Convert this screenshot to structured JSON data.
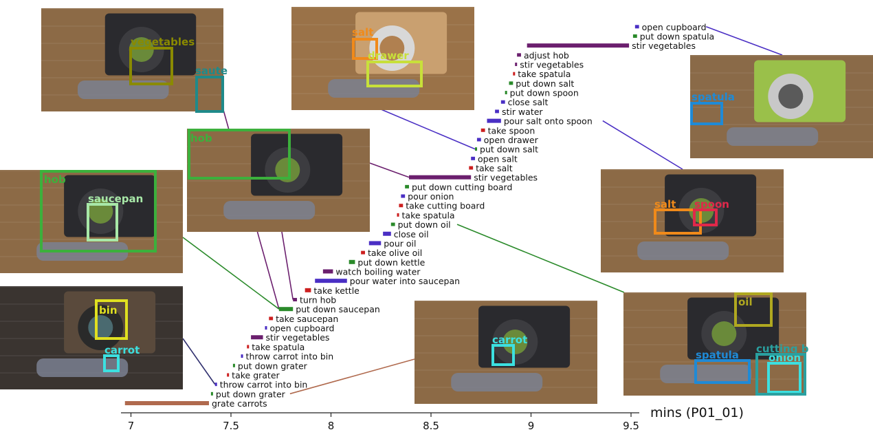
{
  "chart_data": {
    "type": "timeline",
    "xlabel": "mins (P01_01)",
    "xlim": [
      6.95,
      9.55
    ],
    "xticks": [
      7,
      7.5,
      8,
      8.5,
      9,
      9.5
    ],
    "xtick_labels": [
      "7",
      "7.5",
      "8",
      "8.5",
      "9",
      "9.5"
    ],
    "colors": {
      "red": "#cc1f1f",
      "green": "#2a8a2a",
      "blue": "#4a2fc4",
      "purple": "#6b1f6e",
      "brown": "#b06a4e"
    },
    "segments": [
      {
        "label": "grate carrots",
        "start": 6.97,
        "end": 7.39,
        "color": "brown"
      },
      {
        "label": "put down grater",
        "start": 7.4,
        "end": 7.41,
        "color": "green"
      },
      {
        "label": "throw carrot into bin",
        "start": 7.42,
        "end": 7.43,
        "color": "blue"
      },
      {
        "label": "take grater",
        "start": 7.48,
        "end": 7.49,
        "color": "red"
      },
      {
        "label": "put down grater",
        "start": 7.51,
        "end": 7.52,
        "color": "green"
      },
      {
        "label": "throw carrot into bin",
        "start": 7.55,
        "end": 7.56,
        "color": "blue"
      },
      {
        "label": "take spatula",
        "start": 7.58,
        "end": 7.59,
        "color": "red"
      },
      {
        "label": "stir vegetables",
        "start": 7.6,
        "end": 7.66,
        "color": "purple"
      },
      {
        "label": "open cupboard",
        "start": 7.67,
        "end": 7.68,
        "color": "blue"
      },
      {
        "label": "take saucepan",
        "start": 7.69,
        "end": 7.71,
        "color": "red"
      },
      {
        "label": "put down saucepan",
        "start": 7.74,
        "end": 7.81,
        "color": "green"
      },
      {
        "label": "turn hob",
        "start": 7.81,
        "end": 7.83,
        "color": "purple"
      },
      {
        "label": "take kettle",
        "start": 7.87,
        "end": 7.9,
        "color": "red"
      },
      {
        "label": "pour water into saucepan",
        "start": 7.92,
        "end": 8.08,
        "color": "blue"
      },
      {
        "label": "watch boiling water",
        "start": 7.96,
        "end": 8.01,
        "color": "purple"
      },
      {
        "label": "put down kettle",
        "start": 8.09,
        "end": 8.12,
        "color": "green"
      },
      {
        "label": "take olive oil",
        "start": 8.15,
        "end": 8.17,
        "color": "red"
      },
      {
        "label": "pour oil",
        "start": 8.19,
        "end": 8.25,
        "color": "blue"
      },
      {
        "label": "close oil",
        "start": 8.26,
        "end": 8.3,
        "color": "blue"
      },
      {
        "label": "put down oil",
        "start": 8.3,
        "end": 8.32,
        "color": "green"
      },
      {
        "label": "take spatula",
        "start": 8.33,
        "end": 8.34,
        "color": "red"
      },
      {
        "label": "take cutting board",
        "start": 8.34,
        "end": 8.36,
        "color": "red"
      },
      {
        "label": "pour onion",
        "start": 8.35,
        "end": 8.37,
        "color": "blue"
      },
      {
        "label": "put down cutting board",
        "start": 8.37,
        "end": 8.39,
        "color": "green"
      },
      {
        "label": "stir vegetables",
        "start": 8.39,
        "end": 8.7,
        "color": "purple"
      },
      {
        "label": "take salt",
        "start": 8.69,
        "end": 8.71,
        "color": "red"
      },
      {
        "label": "open salt",
        "start": 8.7,
        "end": 8.72,
        "color": "blue"
      },
      {
        "label": "put down salt",
        "start": 8.72,
        "end": 8.73,
        "color": "green"
      },
      {
        "label": "open drawer",
        "start": 8.73,
        "end": 8.75,
        "color": "blue"
      },
      {
        "label": "take spoon",
        "start": 8.75,
        "end": 8.77,
        "color": "red"
      },
      {
        "label": "pour salt onto spoon",
        "start": 8.78,
        "end": 8.85,
        "color": "blue"
      },
      {
        "label": "stir water",
        "start": 8.82,
        "end": 8.84,
        "color": "blue"
      },
      {
        "label": "close salt",
        "start": 8.85,
        "end": 8.87,
        "color": "blue"
      },
      {
        "label": "put down spoon",
        "start": 8.87,
        "end": 8.88,
        "color": "green"
      },
      {
        "label": "put down salt",
        "start": 8.89,
        "end": 8.91,
        "color": "green"
      },
      {
        "label": "take spatula",
        "start": 8.91,
        "end": 8.92,
        "color": "red"
      },
      {
        "label": "stir vegetables",
        "start": 8.92,
        "end": 8.93,
        "color": "purple"
      },
      {
        "label": "adjust hob",
        "start": 8.93,
        "end": 8.95,
        "color": "purple"
      },
      {
        "label": "stir vegetables",
        "start": 8.98,
        "end": 9.49,
        "color": "purple"
      },
      {
        "label": "put down spatula",
        "start": 9.51,
        "end": 9.53,
        "color": "green"
      },
      {
        "label": "open cupboard",
        "start": 9.52,
        "end": 9.54,
        "color": "blue"
      }
    ],
    "frames": [
      {
        "name": "frame-vegetables-stir",
        "scene": "hob",
        "boxes": [
          {
            "label": "vegetables",
            "color": "#8a8a00"
          },
          {
            "label": "saute",
            "color": "#1f8a8a"
          }
        ]
      },
      {
        "name": "frame-salt-drawer",
        "scene": "counter",
        "boxes": [
          {
            "label": "salt",
            "color": "#f08a1a"
          },
          {
            "label": "drawer",
            "color": "#c8e03a"
          }
        ]
      },
      {
        "name": "frame-spatula-board",
        "scene": "board",
        "boxes": [
          {
            "label": "spatula",
            "color": "#1f8ad6"
          }
        ]
      },
      {
        "name": "frame-hob-turn",
        "scene": "hob",
        "boxes": [
          {
            "label": "hob",
            "color": "#3cb03c"
          }
        ]
      },
      {
        "name": "frame-hob-saucepan",
        "scene": "hob",
        "boxes": [
          {
            "label": "hob",
            "color": "#3cb03c"
          },
          {
            "label": "saucepan",
            "color": "#a8e8a8"
          }
        ]
      },
      {
        "name": "frame-salt-spoon",
        "scene": "hob",
        "boxes": [
          {
            "label": "salt",
            "color": "#f08a1a"
          },
          {
            "label": "spoon",
            "color": "#e0284a"
          }
        ]
      },
      {
        "name": "frame-bin-carrot",
        "scene": "dark",
        "boxes": [
          {
            "label": "bin",
            "color": "#e0e020"
          },
          {
            "label": "carrot",
            "color": "#3ce0e0"
          }
        ]
      },
      {
        "name": "frame-carrot-pan",
        "scene": "hob",
        "boxes": [
          {
            "label": "carrot",
            "color": "#3ce0e0"
          }
        ]
      },
      {
        "name": "frame-oil-onion",
        "scene": "hob",
        "boxes": [
          {
            "label": "oil",
            "color": "#b0a820"
          },
          {
            "label": "spatula",
            "color": "#1f8ad6"
          },
          {
            "label": "onion",
            "color": "#3ce0e0"
          },
          {
            "label": "cutting b",
            "color": "#2aa0a0"
          }
        ]
      }
    ]
  }
}
